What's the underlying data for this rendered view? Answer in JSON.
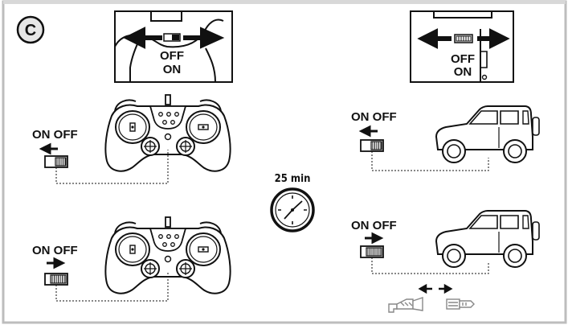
{
  "panel_letter": "C",
  "switch_labels": {
    "off": "OFF",
    "on": "ON",
    "on_off": "ON OFF"
  },
  "timer": {
    "label": "25 min"
  }
}
